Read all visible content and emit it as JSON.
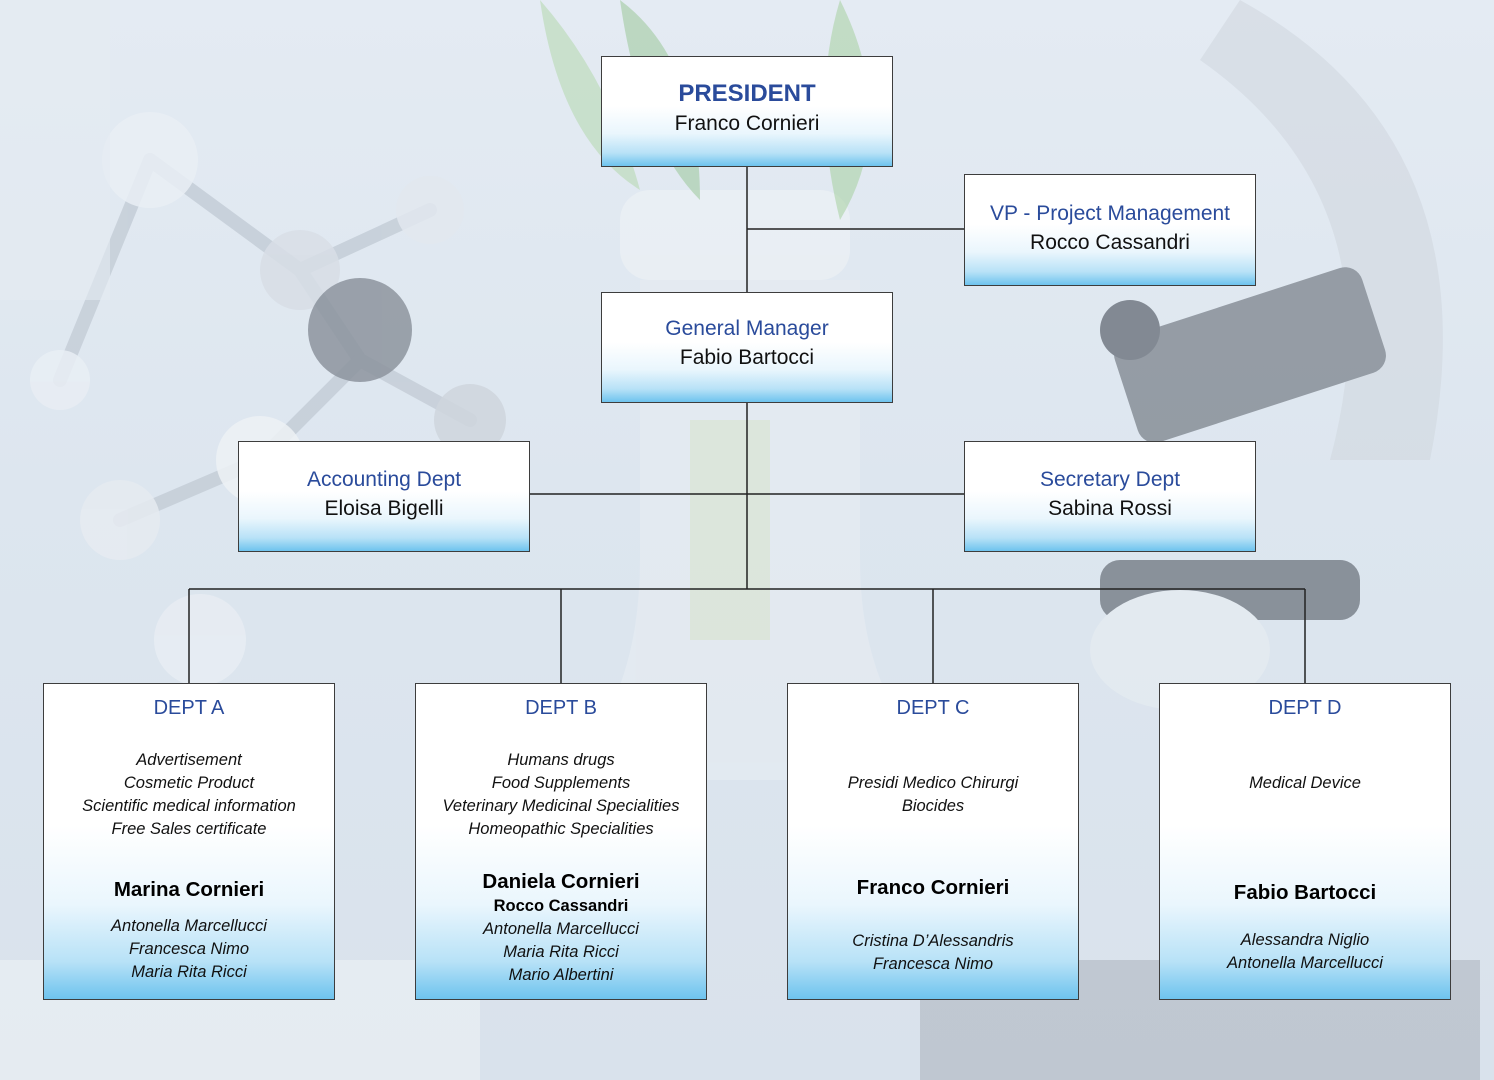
{
  "president": {
    "title": "PRESIDENT",
    "name": "Franco Cornieri"
  },
  "vp": {
    "title": "VP - Project Management",
    "name": "Rocco Cassandri"
  },
  "gm": {
    "title": "General Manager",
    "name": "Fabio Bartocci"
  },
  "accounting": {
    "title": "Accounting Dept",
    "name": "Eloisa Bigelli"
  },
  "secretary": {
    "title": "Secretary Dept",
    "name": "Sabina Rossi"
  },
  "depts": [
    {
      "title": "DEPT A",
      "areas": [
        "Advertisement",
        "Cosmetic Product",
        "Scientific medical information",
        "Free Sales certificate"
      ],
      "head": "Marina Cornieri",
      "staff": [
        "Antonella Marcellucci",
        "Francesca Nimo",
        "Maria Rita Ricci"
      ]
    },
    {
      "title": "DEPT B",
      "areas": [
        "Humans drugs",
        "Food Supplements",
        "Veterinary Medicinal Specialities",
        "Homeopathic Specialities"
      ],
      "head": "Daniela Cornieri",
      "sub_head": "Rocco Cassandri",
      "staff": [
        "Antonella Marcellucci",
        "Maria Rita Ricci",
        "Mario Albertini"
      ]
    },
    {
      "title": "DEPT C",
      "areas": [
        "Presidi Medico Chirurgi",
        "Biocides"
      ],
      "head": "Franco Cornieri",
      "staff": [
        "Cristina D’Alessandris",
        "Francesca Nimo"
      ]
    },
    {
      "title": "DEPT D",
      "areas": [
        "Medical Device"
      ],
      "head": "Fabio Bartocci",
      "staff": [
        "Alessandra Niglio",
        "Antonella Marcellucci"
      ]
    }
  ],
  "colors": {
    "title_blue": "#2a4b9b",
    "box_gradient_bottom": "#6ec3ee",
    "connector": "#222222"
  }
}
